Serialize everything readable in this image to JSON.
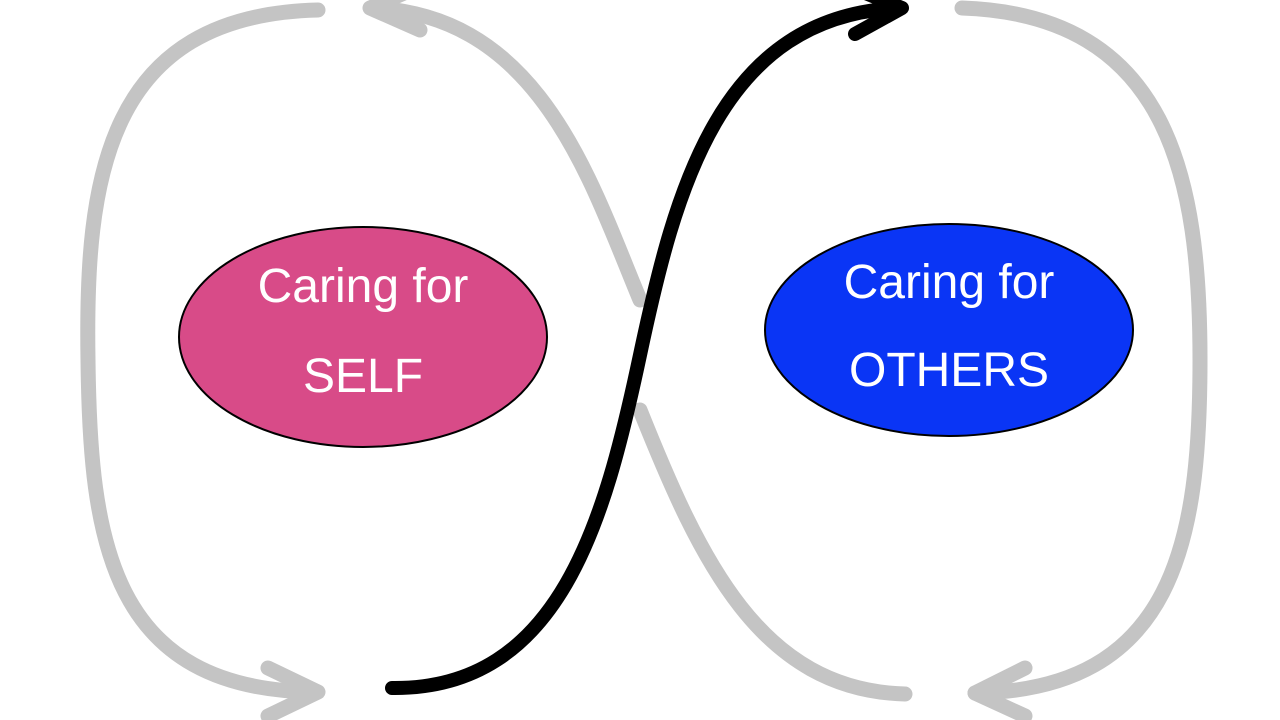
{
  "nodes": {
    "self": {
      "line1": "Caring for",
      "line2": "SELF",
      "fill": "#d84b88"
    },
    "others": {
      "line1": "Caring for",
      "line2": "OTHERS",
      "fill": "#0a35f5"
    }
  },
  "colors": {
    "active_arrow": "#000000",
    "inactive_arrow": "#c4c4c4",
    "outline": "#000000",
    "label_text": "#ffffff"
  },
  "icons": {
    "active_arrow": "s-curve-arrow-icon",
    "inactive_arrows": "loop-arrow-icon"
  }
}
